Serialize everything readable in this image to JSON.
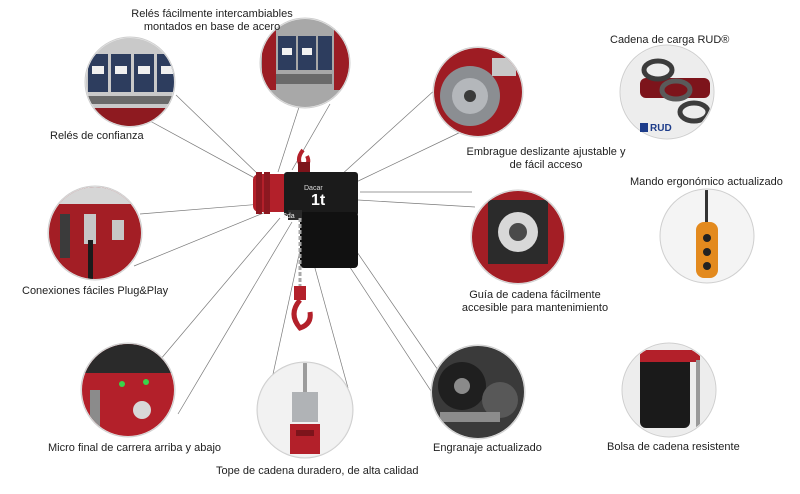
{
  "labels": {
    "relays_swap_line1": "Relés fácilmente intercambiables",
    "relays_swap_line2": "montados en base de acero",
    "reliable_relays": "Relés de confianza",
    "plug_play": "Conexiones fáciles Plug&Play",
    "limit_switch": "Micro final de carrera arriba y abajo",
    "chain_stop": "Tope de cadena duradero, de alta calidad",
    "gearing": "Engranaje actualizado",
    "chain_guide_line1": "Guía de cadena fácilmente",
    "chain_guide_line2": "accesible para mantenimiento",
    "clutch_line1": "Embrague deslizante ajustable y",
    "clutch_line2": "de fácil acceso",
    "rud_chain": "Cadena de carga RUD®",
    "pendant": "Mando ergonómico actualizado",
    "chain_bag": "Bolsa de cadena resistente"
  },
  "product": {
    "capacity": "1t",
    "brand_tag": "Dacar",
    "small_mark": "2da",
    "rud_logo": "RUD"
  },
  "colors": {
    "body_red": "#b3202a",
    "dark_red": "#7d141b",
    "black": "#151515",
    "gray": "#8a8a8a",
    "steel": "#b9bcc0",
    "orange": "#e38a1e"
  }
}
